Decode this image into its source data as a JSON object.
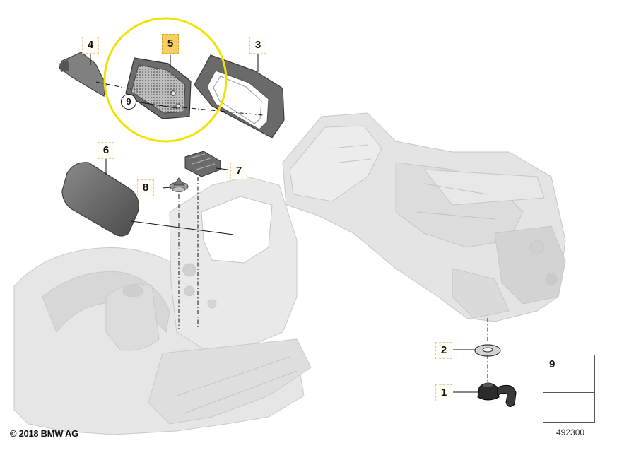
{
  "callouts": [
    {
      "id": "1",
      "label": "1"
    },
    {
      "id": "2",
      "label": "2"
    },
    {
      "id": "3",
      "label": "3"
    },
    {
      "id": "4",
      "label": "4"
    },
    {
      "id": "5",
      "label": "5"
    },
    {
      "id": "6",
      "label": "6"
    },
    {
      "id": "7",
      "label": "7"
    },
    {
      "id": "8",
      "label": "8"
    },
    {
      "id": "9",
      "label": "9"
    }
  ],
  "highlighted_callout": "5",
  "circled_callout": "9",
  "inset": {
    "label": "9"
  },
  "copyright": "© 2018 BMW AG",
  "diagram_id": "492300",
  "colors": {
    "highlight_ring": "#f2e200",
    "highlight_box": "#f6cf63",
    "part_light": "#e2e2e2",
    "part_dark": "#5e5e5e",
    "callout_border": "#e8c79a"
  }
}
